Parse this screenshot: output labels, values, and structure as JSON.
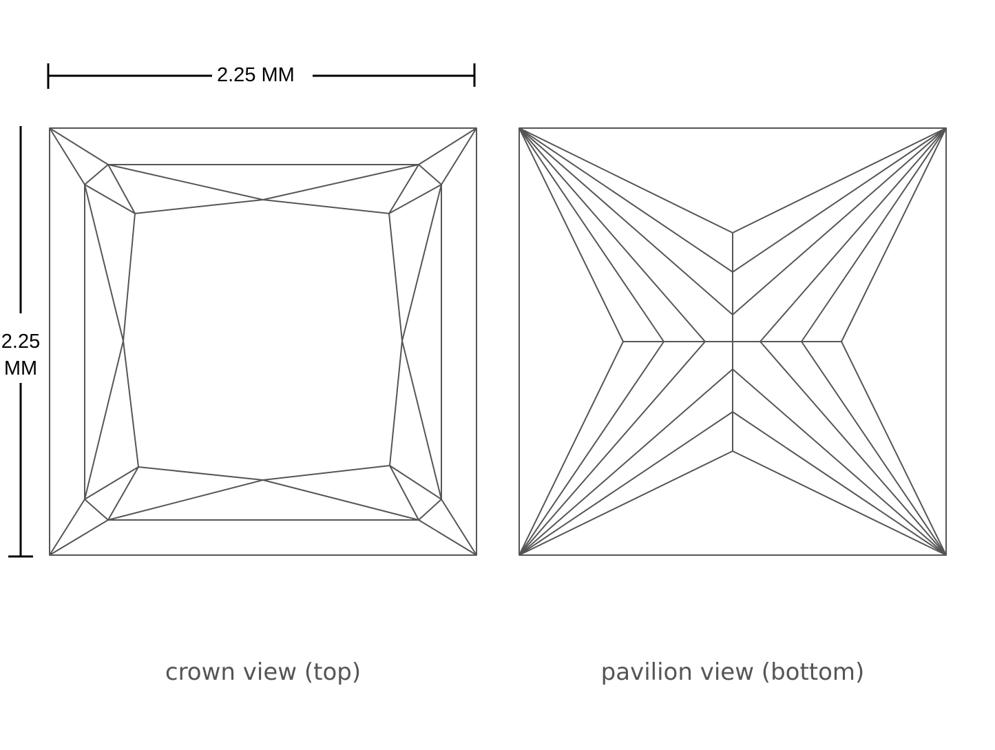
{
  "dimensions": {
    "width_label": "2.25 MM",
    "height_label_line1": "2.25",
    "height_label_line2": "MM"
  },
  "views": {
    "crown_caption": "crown view (top)",
    "pavilion_caption": "pavilion view (bottom)"
  },
  "colors": {
    "facet_line": "#555555",
    "dimension_line": "#000000",
    "caption_text": "#555555"
  }
}
